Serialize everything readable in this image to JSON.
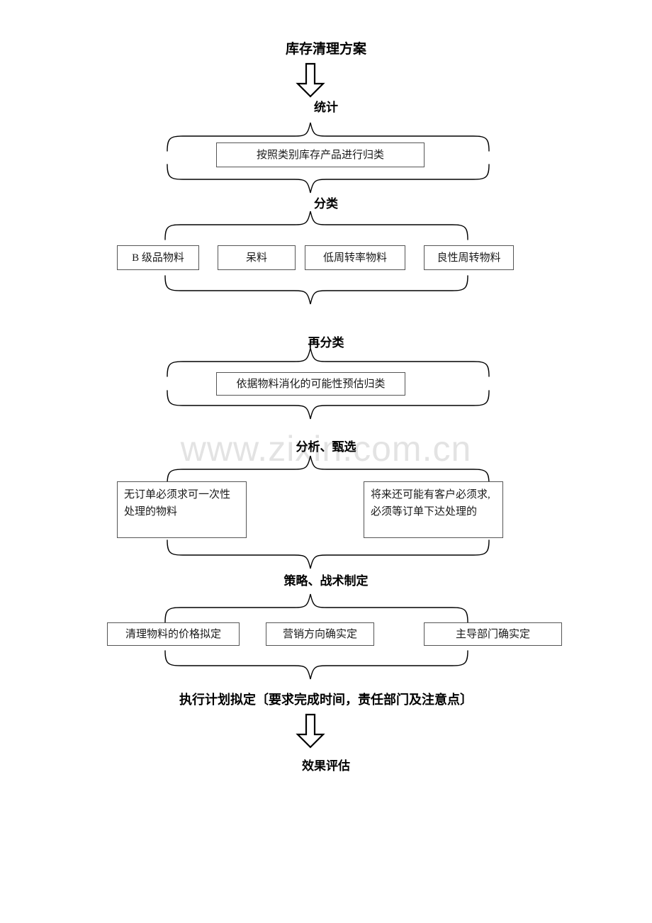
{
  "document": {
    "title": "库存清理方案",
    "watermark": "www.zixin.com.cn"
  },
  "flow": {
    "stages": [
      {
        "id": "stage-tongji",
        "label": "统计"
      },
      {
        "id": "stage-fenlei",
        "label": "分类"
      },
      {
        "id": "stage-zaifenlei",
        "label": "再分类"
      },
      {
        "id": "stage-fenxi",
        "label": "分析、甄选"
      },
      {
        "id": "stage-celue",
        "label": "策略、战术制定"
      },
      {
        "id": "stage-zhixing",
        "label": "执行计划拟定〔要求完成时间，责任部门及注意点〕"
      },
      {
        "id": "stage-xiaoguo",
        "label": "效果评估"
      }
    ],
    "groups": [
      {
        "id": "group-tongji",
        "boxes": [
          {
            "id": "box-guilei",
            "text": "按照类别库存产品进行归类"
          }
        ]
      },
      {
        "id": "group-fenlei",
        "boxes": [
          {
            "id": "box-bji",
            "text": "B 级品物料"
          },
          {
            "id": "box-dailiao",
            "text": "呆料"
          },
          {
            "id": "box-dizhuan",
            "text": "低周转率物料"
          },
          {
            "id": "box-liangxing",
            "text": "良性周转物料"
          }
        ]
      },
      {
        "id": "group-zaifenlei",
        "boxes": [
          {
            "id": "box-yuge",
            "text": "依据物料消化的可能性预估归类"
          }
        ]
      },
      {
        "id": "group-fenxi",
        "boxes": [
          {
            "id": "box-wudingdan",
            "text": "无订单必须求可一次性处理的物料"
          },
          {
            "id": "box-jianglai",
            "text": "将来还可能有客户必须求,必须等订单下达处理的"
          }
        ]
      },
      {
        "id": "group-celue",
        "boxes": [
          {
            "id": "box-jiage",
            "text": "清理物料的价格拟定"
          },
          {
            "id": "box-yingxiao",
            "text": "营销方向确实定"
          },
          {
            "id": "box-zhudao",
            "text": "主导部门确实定"
          }
        ]
      }
    ],
    "arrows": [
      {
        "id": "arrow-title-to-tongji",
        "direction": "down"
      },
      {
        "id": "arrow-plan-to-result",
        "direction": "down"
      }
    ]
  },
  "colors": {
    "line": "#000000",
    "box_border": "#555555",
    "text": "#000000",
    "watermark": "#e3e3e3",
    "background": "#ffffff"
  }
}
